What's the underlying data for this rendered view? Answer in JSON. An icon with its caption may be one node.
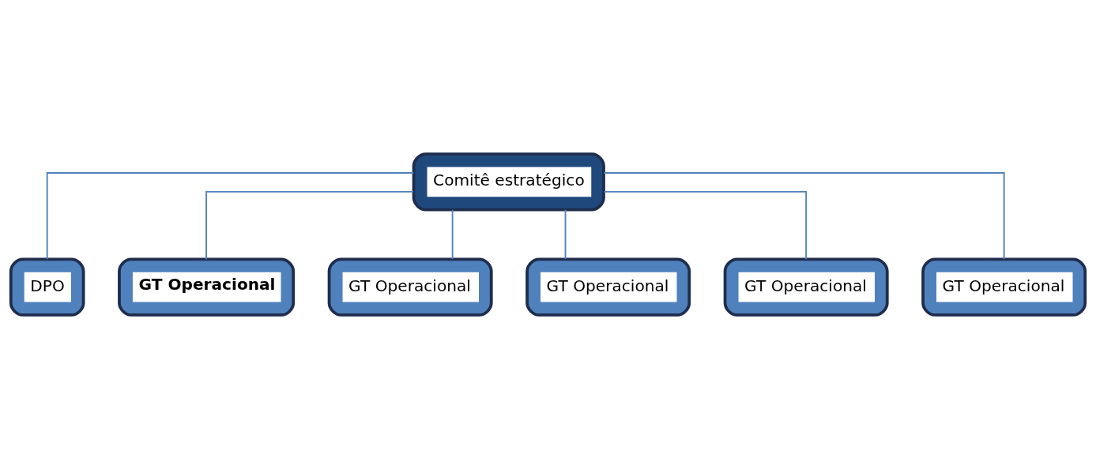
{
  "diagram": {
    "nodes": [
      {
        "text": [
          "Comitê estratégico"
        ]
      },
      {
        "text": [
          "DPO"
        ]
      },
      {
        "text": [
          "GT Operacional"
        ]
      },
      {
        "text": [
          "GT Operacional"
        ]
      },
      {
        "text": [
          "GT Operacional"
        ]
      },
      {
        "text": [
          "GT Operacional"
        ]
      },
      {
        "text": [
          "GT Operacional"
        ]
      }
    ],
    "edges": [
      {
        "from": 0,
        "to": 1,
        "arrow": "none"
      },
      {
        "from": 0,
        "to": 2,
        "arrow": "none"
      },
      {
        "from": 0,
        "to": 3,
        "arrow": "none"
      },
      {
        "from": 0,
        "to": 4,
        "arrow": "none"
      },
      {
        "from": 0,
        "to": 5,
        "arrow": "none"
      },
      {
        "from": 0,
        "to": 6,
        "arrow": "none"
      }
    ]
  }
}
